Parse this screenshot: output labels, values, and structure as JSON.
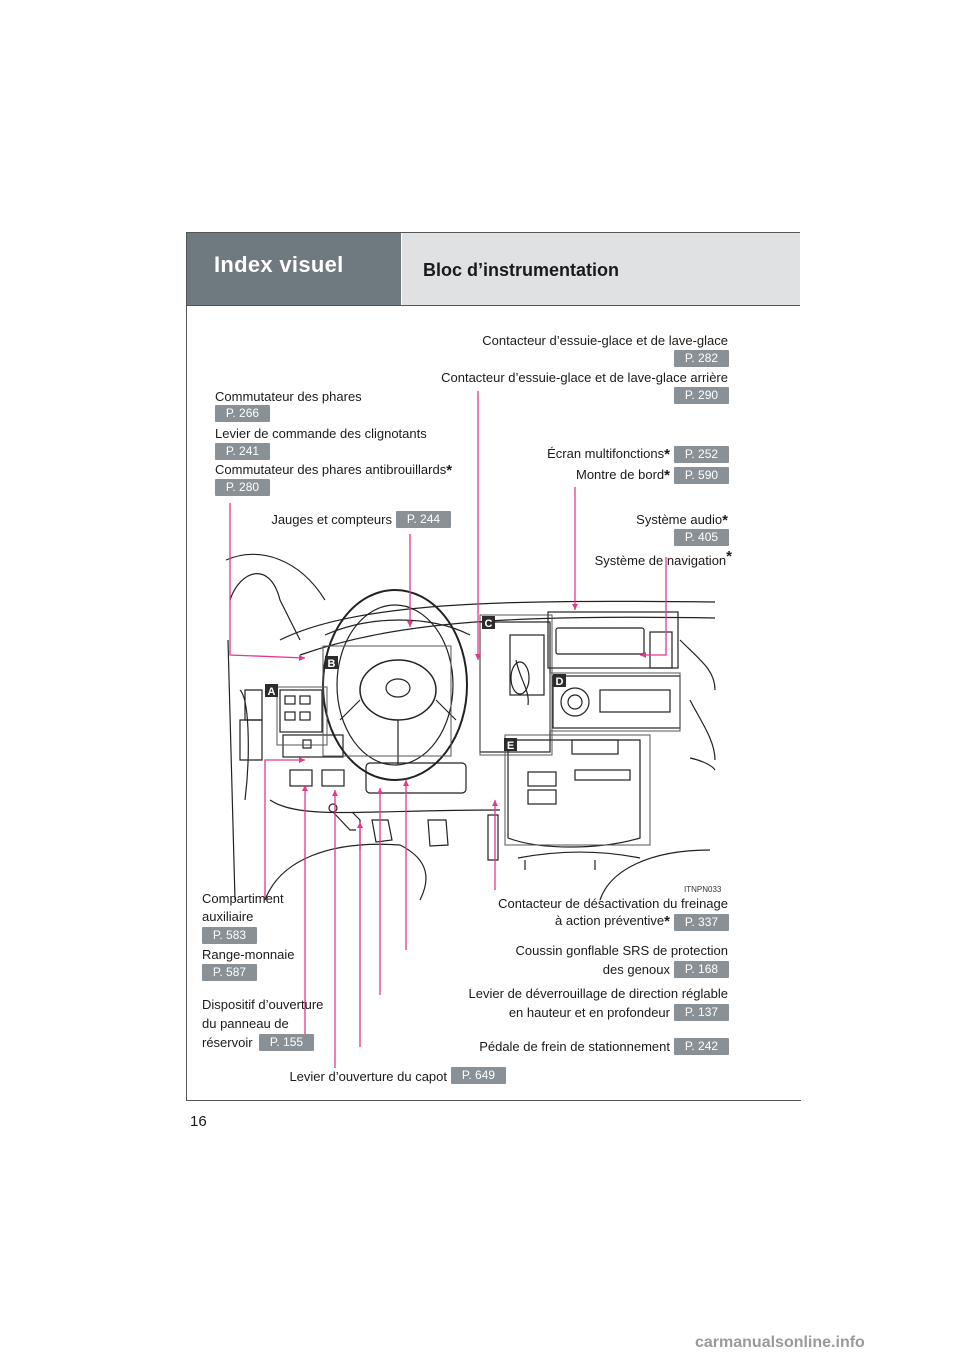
{
  "header": {
    "section_title": "Index visuel",
    "subtitle": "Bloc d’instrumentation"
  },
  "labels": {
    "wiper_front": {
      "text": "Contacteur d’essuie-glace et de lave-glace",
      "page": "P. 282"
    },
    "wiper_rear": {
      "text": "Contacteur d’essuie-glace et de lave-glace arrière",
      "page": "P. 290"
    },
    "headlights": {
      "text": "Commutateur des phares",
      "page": "P. 266"
    },
    "turn_lever": {
      "text": "Levier de commande des clignotants",
      "page": "P. 241"
    },
    "fog_lights": {
      "text": "Commutateur des phares antibrouillards",
      "page": "P. 280"
    },
    "multi_display": {
      "text": "Écran multifonctions",
      "page": "P. 252"
    },
    "clock": {
      "text": "Montre de bord",
      "page": "P. 590"
    },
    "gauges": {
      "text": "Jauges et compteurs",
      "page": "P. 244"
    },
    "audio": {
      "text": "Système audio",
      "page": "P. 405"
    },
    "navigation": {
      "text": "Système de navigation"
    },
    "aux_box": {
      "line1": "Compartiment",
      "line2": "auxiliaire",
      "page": "P. 583"
    },
    "coin_holder": {
      "text": "Range-monnaie",
      "page": "P. 587"
    },
    "fuel_door": {
      "line1": "Dispositif d’ouverture",
      "line2": "du panneau de",
      "line3": "réservoir",
      "page": "P. 155"
    },
    "precollision": {
      "line1": "Contacteur de désactivation du freinage",
      "line2": "à action préventive",
      "page": "P. 337"
    },
    "knee_airbag": {
      "line1": "Coussin gonflable SRS de protection",
      "line2": "des genoux",
      "page": "P. 168"
    },
    "tilt_lever": {
      "line1": "Levier de déverrouillage de direction réglable",
      "line2": "en hauteur et en profondeur",
      "page": "P. 137"
    },
    "parking_brake": {
      "text": "Pédale de frein de stationnement",
      "page": "P. 242"
    },
    "hood_lever": {
      "text": "Levier d’ouverture du capot",
      "page": "P. 649"
    }
  },
  "asterisk": "*",
  "callouts": {
    "a": "A",
    "b": "B",
    "c": "C",
    "d": "D",
    "e": "E"
  },
  "illustration_code": "ITNPN033",
  "page_number": "16",
  "watermark": "carmanualsonline.info",
  "colors": {
    "header_dark": "#6f7a80",
    "header_light": "#dfe1e2",
    "badge": "#8a9196",
    "leader": "#e8368f"
  }
}
